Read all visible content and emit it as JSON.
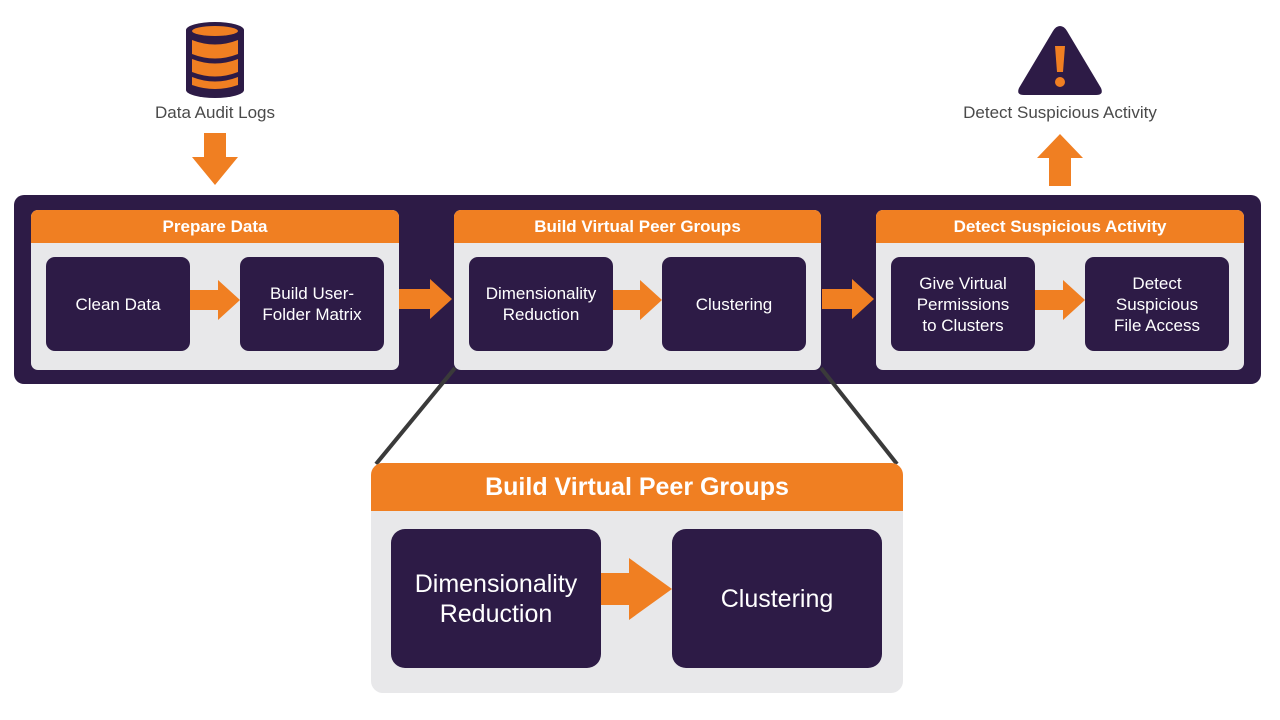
{
  "colors": {
    "accent": "#f07f22",
    "dark": "#2d1b46",
    "panel": "#e8e8ea",
    "label": "#4a4a4a"
  },
  "input": {
    "label": "Data Audit Logs",
    "icon": "database-icon"
  },
  "output": {
    "label": "Detect Suspicious Activity",
    "icon": "warning-icon"
  },
  "stages": [
    {
      "title": "Prepare Data",
      "steps": [
        "Clean Data",
        "Build User-Folder Matrix"
      ]
    },
    {
      "title": "Build Virtual Peer Groups",
      "steps": [
        "Dimensionality Reduction",
        "Clustering"
      ]
    },
    {
      "title": "Detect Suspicious Activity",
      "steps": [
        "Give Virtual Permissions to Clusters",
        "Detect Suspicious File Access"
      ]
    }
  ],
  "zoom": {
    "title": "Build Virtual Peer Groups",
    "steps": [
      "Dimensionality Reduction",
      "Clustering"
    ]
  }
}
